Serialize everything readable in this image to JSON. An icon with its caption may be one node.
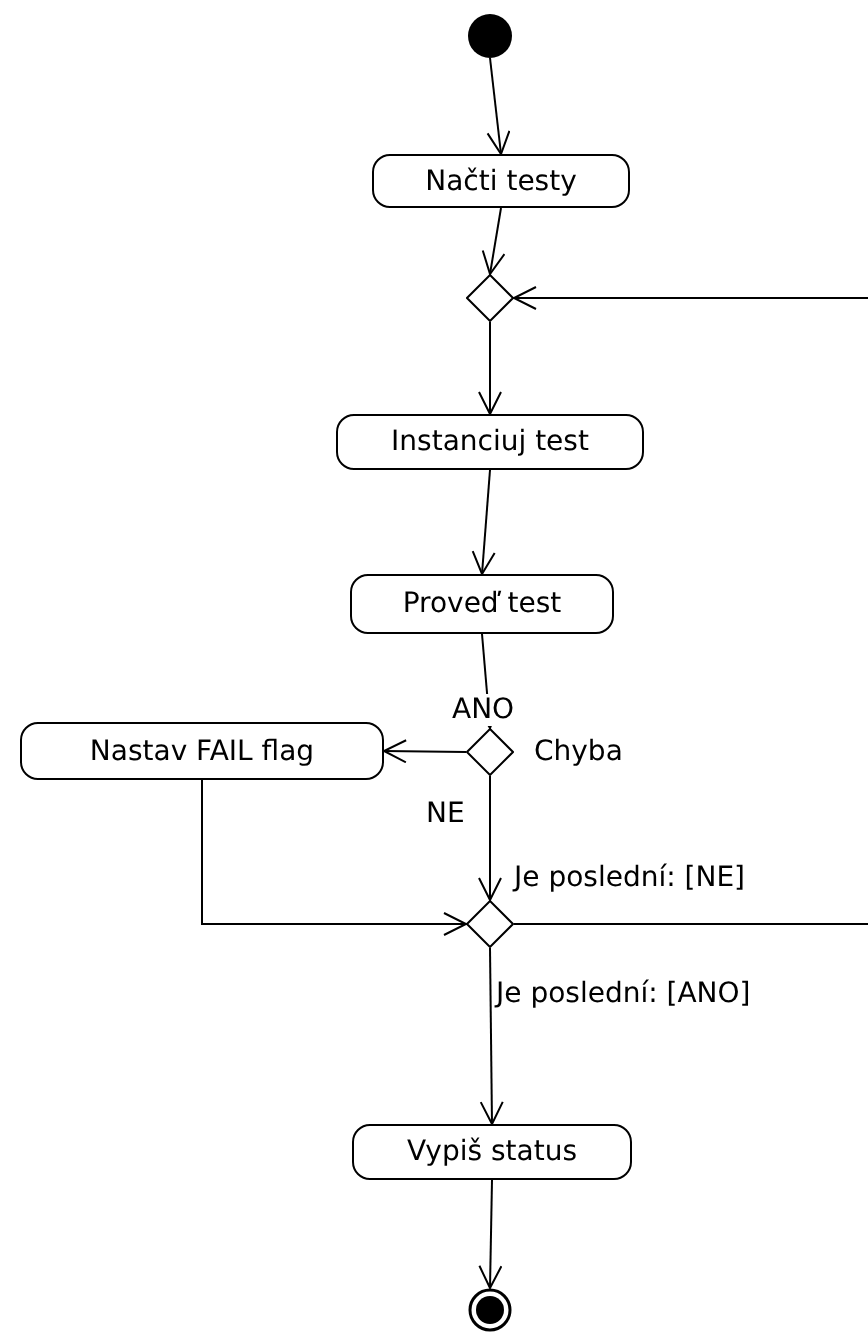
{
  "diagram": {
    "nodes": [
      {
        "text": [],
        "shape": "circle"
      },
      {
        "text": [
          "Načti testy"
        ]
      },
      {
        "text": [],
        "shape": "diamond"
      },
      {
        "text": [
          "Instanciuj test"
        ]
      },
      {
        "text": [
          "Proveď test"
        ]
      },
      {
        "text": [],
        "shape": "diamond",
        "beside": [
          "Chyba"
        ]
      },
      {
        "text": [
          "Nastav FAIL flag"
        ]
      },
      {
        "text": [],
        "shape": "diamond"
      },
      {
        "text": [
          "Vypiš status"
        ]
      },
      {
        "text": [],
        "shape": "bullseye"
      }
    ],
    "edges": [
      {
        "from": 0,
        "to": 1,
        "arrow": "to"
      },
      {
        "from": 1,
        "to": 2,
        "arrow": "to"
      },
      {
        "from": null,
        "to": 2,
        "arrow": "to"
      },
      {
        "from": 2,
        "to": 3,
        "arrow": "to"
      },
      {
        "from": 3,
        "to": 4,
        "arrow": "to"
      },
      {
        "from": 4,
        "to": 5,
        "arrow": "to"
      },
      {
        "from": 5,
        "to": 6,
        "arrow": "to",
        "label": "ANO"
      },
      {
        "from": 5,
        "to": 7,
        "arrow": "to",
        "label": "NE"
      },
      {
        "from": 6,
        "to": 7,
        "arrow": "to"
      },
      {
        "from": 7,
        "to": null,
        "arrow": "none",
        "label": "Je poslední: [NE]"
      },
      {
        "from": 7,
        "to": 8,
        "arrow": "to",
        "label": "Je poslední: [ANO]"
      },
      {
        "from": 8,
        "to": 9,
        "arrow": "to"
      }
    ]
  }
}
